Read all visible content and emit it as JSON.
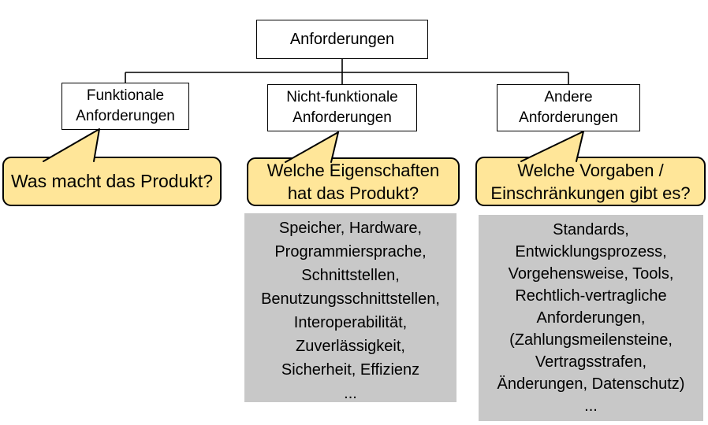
{
  "tree": {
    "root_label": "Anforderungen",
    "children": [
      {
        "id": "functional",
        "label": "Funktionale\nAnforderungen",
        "question": "Was macht das Produkt?",
        "examples": null
      },
      {
        "id": "nonfunctional",
        "label": "Nicht-funktionale\nAnforderungen",
        "question": "Welche Eigenschaften\nhat das Produkt?",
        "examples": "Speicher, Hardware,\nProgrammiersprache,\nSchnittstellen,\nBenutzungsschnittstellen,\nInteroperabilität,\nZuverlässigkeit,\nSicherheit, Effizienz\n..."
      },
      {
        "id": "other",
        "label": "Andere\nAnforderungen",
        "question": "Welche Vorgaben /\nEinschränkungen gibt es?",
        "examples": "Standards,\nEntwicklungsprozess,\nVorgehensweise, Tools,\nRechtlich-vertragliche\nAnforderungen,\n(Zahlungsmeilensteine,\nVertragsstrafen,\nÄnderungen, Datenschutz)\n..."
      }
    ]
  },
  "colors": {
    "bubble_fill": "#FFE699",
    "detail_fill": "#C8C8C8",
    "line": "#000000",
    "node_fill": "#FFFFFF",
    "text": "#000000"
  }
}
